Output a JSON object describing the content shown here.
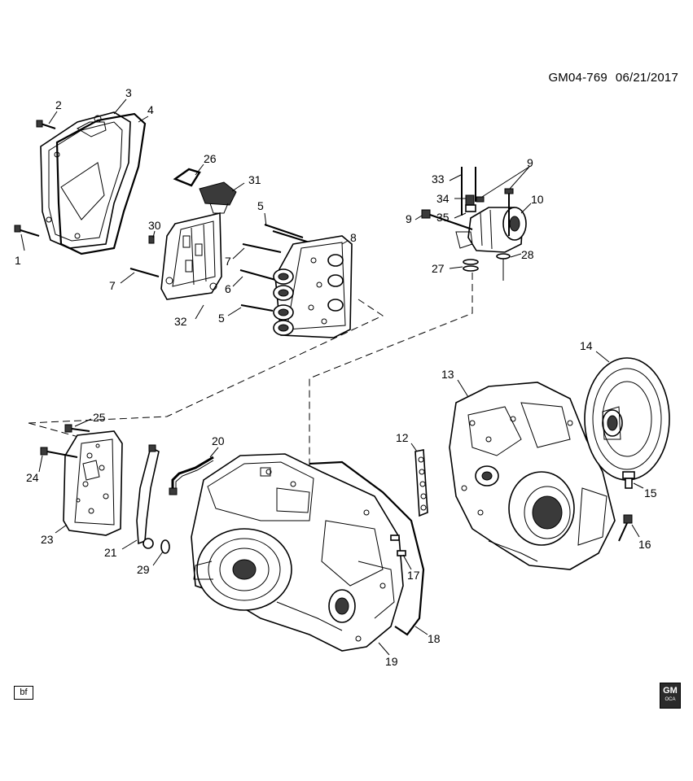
{
  "header": {
    "code": "GM04-769",
    "date": "06/21/2017"
  },
  "callouts": [
    "1",
    "2",
    "3",
    "4",
    "5",
    "5",
    "6",
    "7",
    "7",
    "8",
    "9",
    "9",
    "10",
    "12",
    "13",
    "14",
    "15",
    "16",
    "17",
    "18",
    "19",
    "20",
    "21",
    "23",
    "24",
    "25",
    "26",
    "27",
    "28",
    "29",
    "30",
    "31",
    "32",
    "33",
    "34",
    "35"
  ],
  "footer": {
    "tag": "bf",
    "logo_text": "GM",
    "logo_sub": "OCA"
  }
}
